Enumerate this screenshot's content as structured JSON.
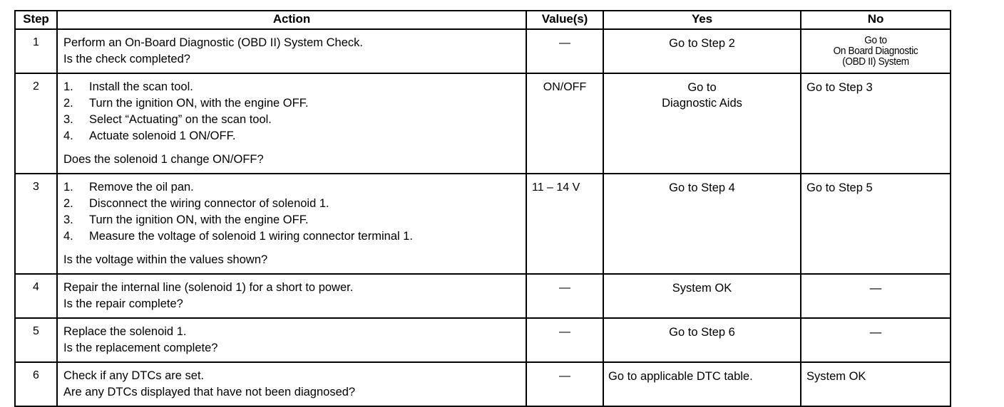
{
  "table": {
    "headers": {
      "step": "Step",
      "action": "Action",
      "value": "Value(s)",
      "yes": "Yes",
      "no": "No"
    },
    "rows": [
      {
        "step": "1",
        "action_lines": [
          "Perform an On-Board Diagnostic (OBD II) System Check.",
          "Is the check completed?"
        ],
        "value": "—",
        "yes": "Go to Step 2",
        "no_lines": [
          "Go to",
          "On Board Diagnostic",
          "(OBD II) System"
        ]
      },
      {
        "step": "2",
        "steps": [
          "Install the scan tool.",
          "Turn the ignition ON, with the engine OFF.",
          "Select “Actuating” on the scan tool.",
          "Actuate solenoid 1 ON/OFF."
        ],
        "numbers": [
          "1.",
          "2.",
          "3.",
          "4."
        ],
        "question": "Does the solenoid 1 change ON/OFF?",
        "value": "ON/OFF",
        "yes_lines": [
          "Go to",
          "Diagnostic Aids"
        ],
        "no": "Go to Step 3"
      },
      {
        "step": "3",
        "steps": [
          "Remove the oil pan.",
          "Disconnect the wiring connector of solenoid 1.",
          "Turn the ignition ON, with the engine OFF.",
          "Measure the voltage of solenoid 1 wiring connector terminal 1."
        ],
        "numbers": [
          "1.",
          "2.",
          "3.",
          "4."
        ],
        "question": "Is the voltage within the values shown?",
        "value": "11 – 14 V",
        "yes": "Go to Step 4",
        "no": "Go to Step 5"
      },
      {
        "step": "4",
        "action_lines": [
          "Repair the internal line (solenoid 1) for a short to power.",
          "Is the repair complete?"
        ],
        "value": "—",
        "yes": "System OK",
        "no": "—"
      },
      {
        "step": "5",
        "action_lines": [
          "Replace the solenoid 1.",
          "Is the replacement complete?"
        ],
        "value": "—",
        "yes": "Go to Step 6",
        "no": "—"
      },
      {
        "step": "6",
        "action_lines": [
          "Check if any DTCs are set.",
          "Are any DTCs displayed that have not been diagnosed?"
        ],
        "value": "—",
        "yes": "Go to applicable DTC table.",
        "no": "System OK"
      }
    ]
  }
}
